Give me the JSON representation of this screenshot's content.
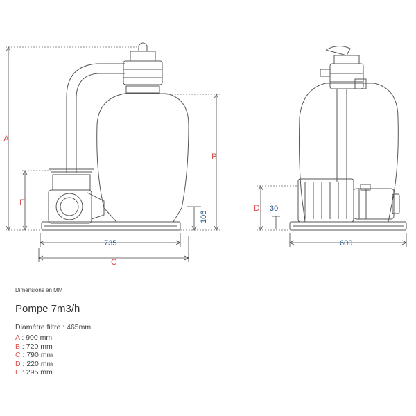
{
  "labels": {
    "A": "A",
    "B": "B",
    "C": "C",
    "D": "D",
    "E": "E",
    "w735": "735",
    "w600": "600",
    "h106": "106",
    "h30": "30"
  },
  "colors": {
    "red": "#d9534f",
    "blue": "#2b5d8c",
    "line": "#555555"
  },
  "info": {
    "units": "Dimensions en MM",
    "title": "Pompe 7m3/h",
    "filter": "Diamètre filtre : 465mm",
    "dimensions": [
      {
        "key": "A",
        "value": " : 900 mm"
      },
      {
        "key": "B",
        "value": " : 720 mm"
      },
      {
        "key": "C",
        "value": " : 790 mm"
      },
      {
        "key": "D",
        "value": " : 220 mm"
      },
      {
        "key": "E",
        "value": " : 295 mm"
      }
    ]
  }
}
